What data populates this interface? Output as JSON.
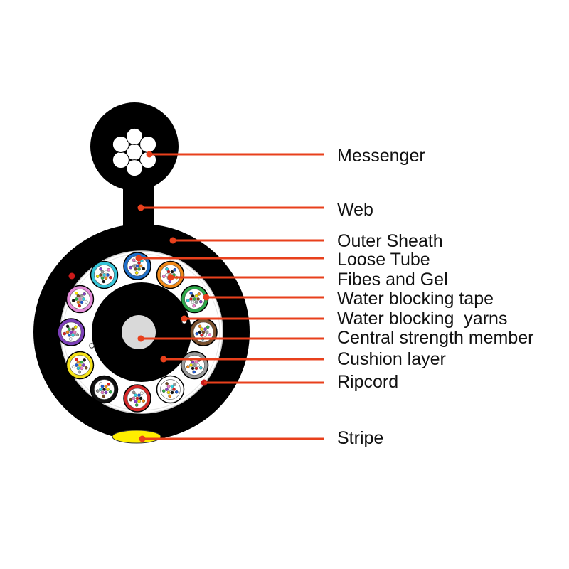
{
  "labels": {
    "messenger": "Messenger",
    "web": "Web",
    "outer_sheath": "Outer Sheath",
    "loose_tube": "Loose Tube",
    "fibes_and_gel": "Fibes and Gel",
    "water_blocking_tape": "Water blocking tape",
    "water_blocking_yarns": "Water blocking  yarns",
    "central_strength_member": "Central strength member",
    "cushion_layer": "Cushion layer",
    "ripcord": "Ripcord",
    "stripe": "Stripe"
  },
  "colors": {
    "leader": "#e8401c",
    "sheath": "#000000",
    "messenger_wire": "#ffffff",
    "central_member": "#d9d9d9",
    "stripe": "#ffee00",
    "ripcord": "#cc1a1a",
    "fiber_palette": [
      "#1e5bd6",
      "#f08a1a",
      "#2fb04a",
      "#7a4a23",
      "#9a9a9a",
      "#ffffff",
      "#e02020",
      "#111111",
      "#f5e600",
      "#8a3fc8",
      "#f07fc8",
      "#2fd0e0"
    ]
  },
  "loose_tubes": [
    {
      "name": "blue-tube",
      "color": "#1e6fc9"
    },
    {
      "name": "orange-tube",
      "color": "#f08a1a"
    },
    {
      "name": "green-tube",
      "color": "#2ea84a"
    },
    {
      "name": "brown-tube",
      "color": "#7a5230"
    },
    {
      "name": "gray-tube",
      "color": "#9a9a9a"
    },
    {
      "name": "white-tube",
      "color": "#ffffff"
    },
    {
      "name": "red-tube",
      "color": "#d42a2a"
    },
    {
      "name": "black-tube",
      "color": "#111111"
    },
    {
      "name": "yellow-tube",
      "color": "#f5e21a"
    },
    {
      "name": "violet-tube",
      "color": "#7b3fb8"
    },
    {
      "name": "pink-tube",
      "color": "#e38bd8"
    },
    {
      "name": "aqua-tube",
      "color": "#36c4d8"
    }
  ]
}
